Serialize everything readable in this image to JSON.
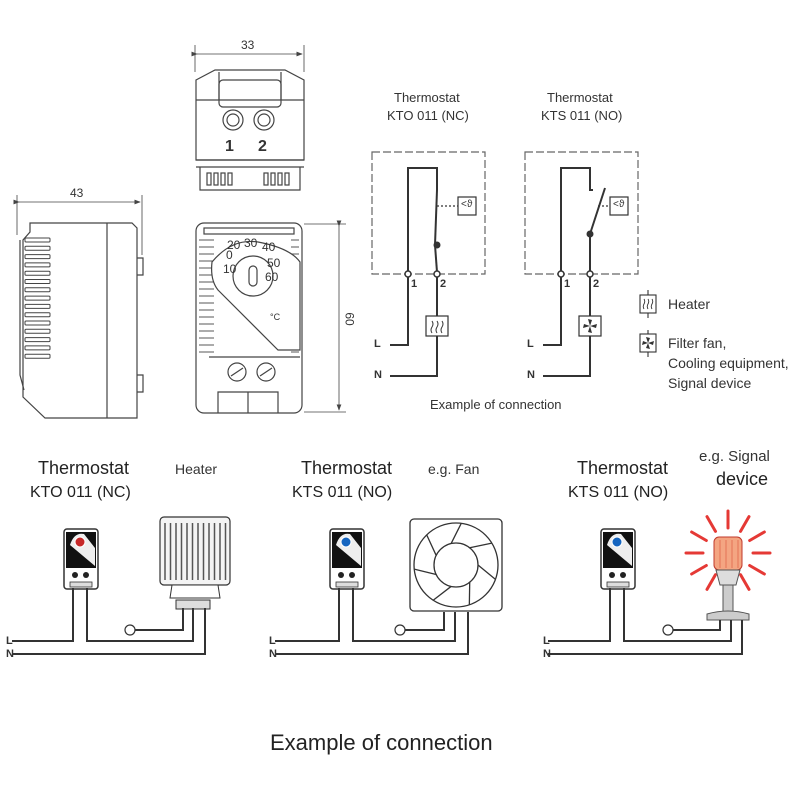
{
  "dimensions": {
    "width_label": "33",
    "depth_label": "43",
    "height_label": "60",
    "terminal_1": "1",
    "terminal_2": "2"
  },
  "dial": {
    "scale": [
      "0",
      "10",
      "20",
      "30",
      "40",
      "50",
      "60"
    ],
    "unit": "°C"
  },
  "schematic": {
    "left": {
      "title": "Thermostat",
      "model": "KTO 011 (NC)",
      "sensor_symbol": "<ϑ",
      "terminals": [
        "1",
        "2"
      ],
      "lines": [
        "L",
        "N"
      ],
      "load": "heater-symbol"
    },
    "right": {
      "title": "Thermostat",
      "model": "KTS 011 (NO)",
      "sensor_symbol": "<ϑ",
      "terminals": [
        "1",
        "2"
      ],
      "lines": [
        "L",
        "N"
      ],
      "load": "fan-symbol"
    },
    "caption": "Example of connection",
    "legend": [
      {
        "icon": "heater-symbol",
        "text": "Heater"
      },
      {
        "icon": "fan-symbol",
        "lines": [
          "Filter fan,",
          "Cooling equipment,",
          "Signal device"
        ]
      }
    ]
  },
  "examples": [
    {
      "title": "Thermostat",
      "model": "KTO 011 (NC)",
      "device_label": "Heater",
      "dial_color": "#c62828",
      "lines": [
        "L",
        "N"
      ]
    },
    {
      "title": "Thermostat",
      "model": "KTS 011 (NO)",
      "device_label": "e.g. Fan",
      "dial_color": "#1565c0",
      "lines": [
        "L",
        "N"
      ]
    },
    {
      "title": "Thermostat",
      "model": "KTS 011 (NO)",
      "device_label_lines": [
        "e.g. Signal",
        "device"
      ],
      "dial_color": "#1565c0",
      "lines": [
        "L",
        "N"
      ]
    }
  ],
  "footer_caption": "Example of connection"
}
